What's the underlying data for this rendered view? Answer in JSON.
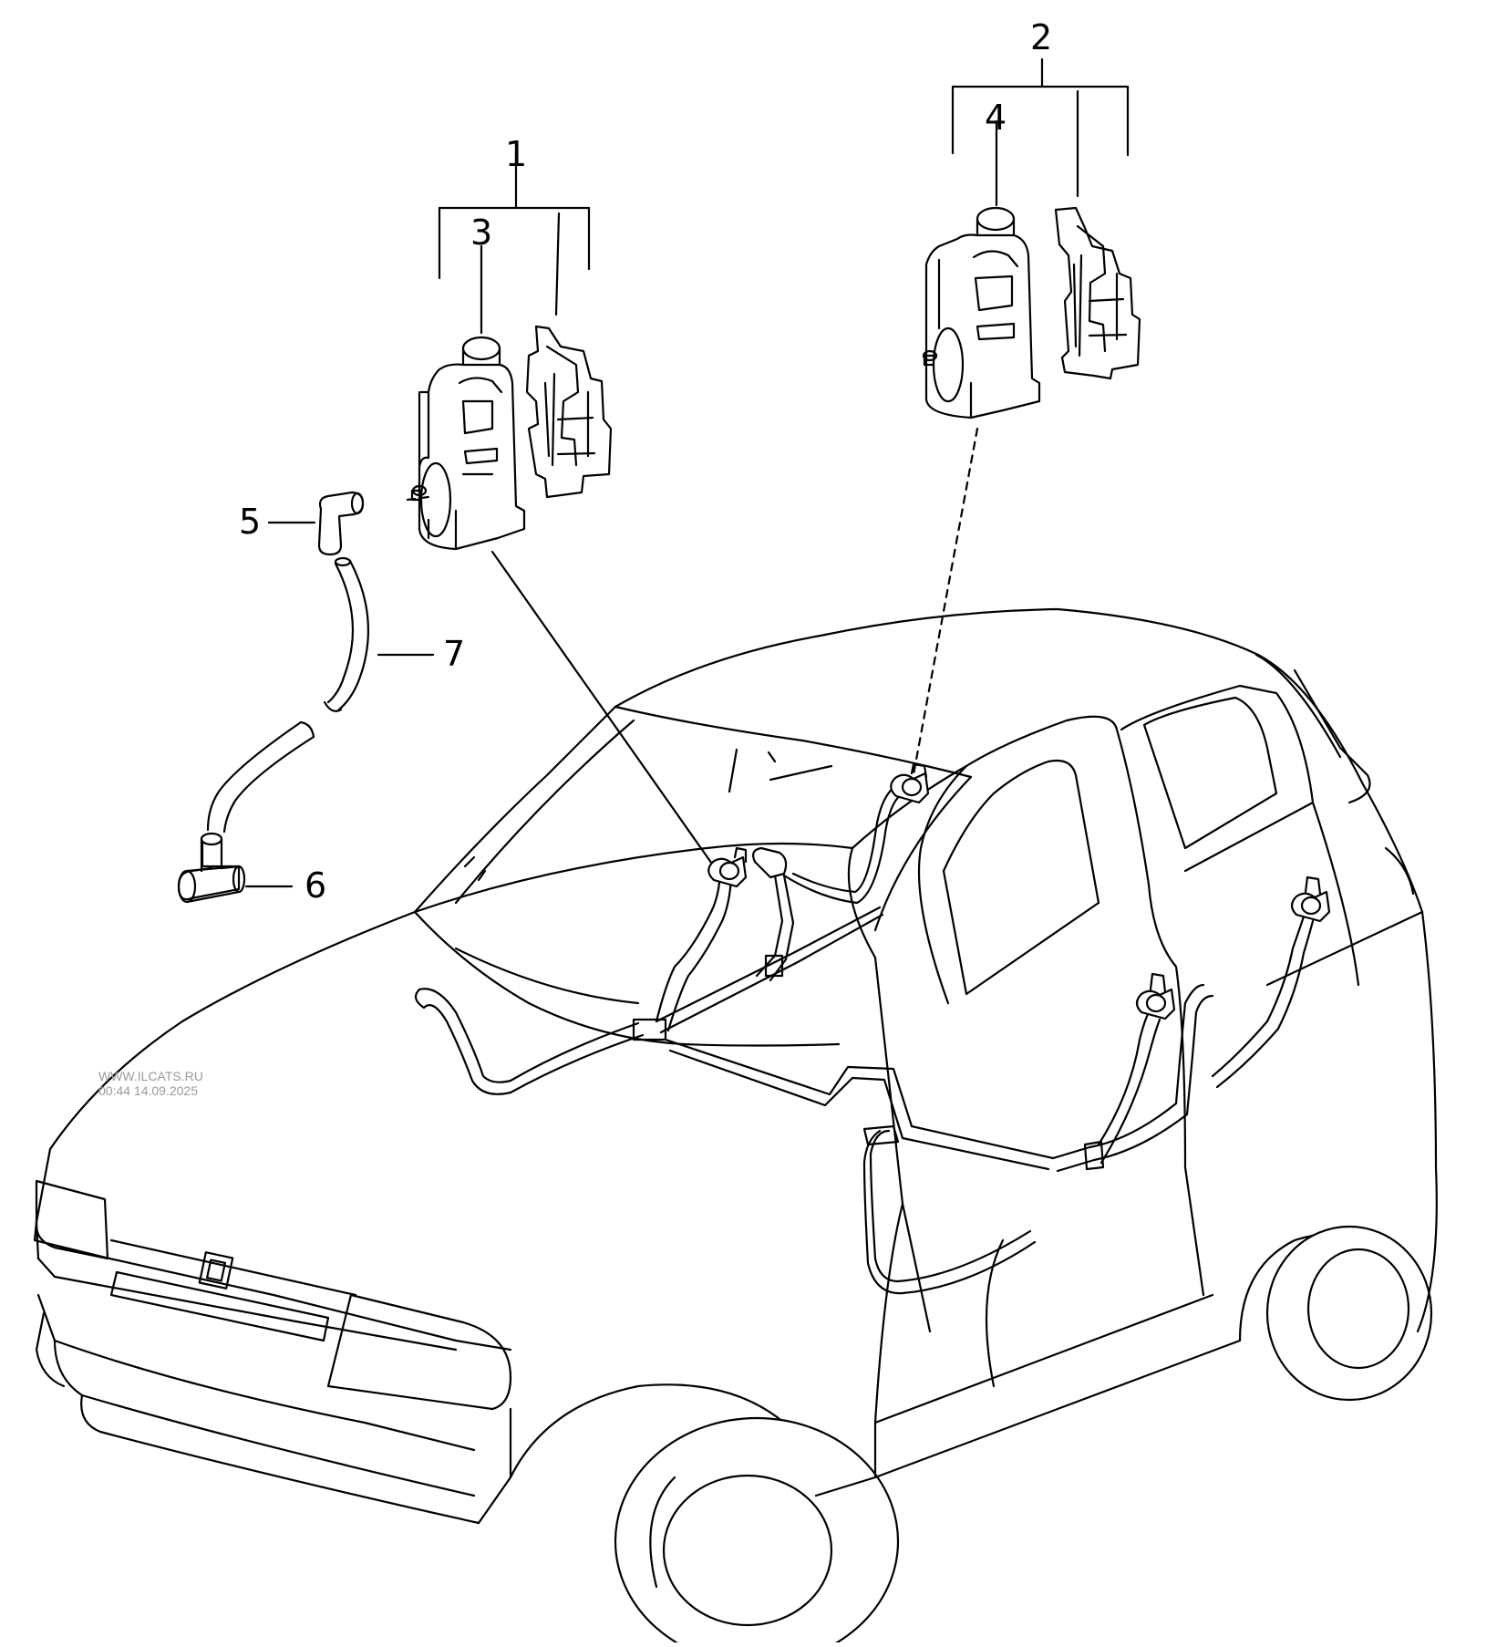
{
  "callouts": {
    "c1": "1",
    "c2": "2",
    "c3": "3",
    "c4": "4",
    "c5": "5",
    "c6": "6",
    "c7": "7"
  },
  "watermark": {
    "site": "WWW.ILCATS.RU",
    "stamp": "00:44 14.09.2025"
  }
}
